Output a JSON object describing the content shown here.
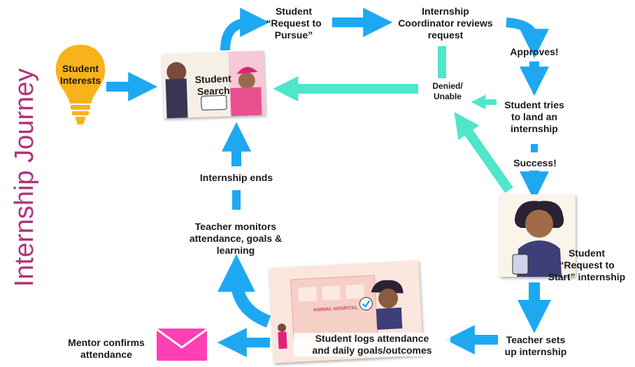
{
  "title": "Internship Journey",
  "colors": {
    "flow_arrow": "#1ea8f2",
    "return_arrow": "#4fe6c9",
    "title": "#b0337a",
    "bulb": "#f8b21a",
    "envelope": "#ff3fb4",
    "text": "#1a1a1a"
  },
  "nodes": {
    "student_interests": "Student\nInterests",
    "student_search": "Student\nSearch",
    "request_to_pursue": "Student\n“Request to\nPursue”",
    "coordinator_reviews": "Internship\nCoordinator reviews\nrequest",
    "approves": "Approves!",
    "denied": "Denied/\nUnable",
    "student_tries": "Student tries\nto land an\ninternship",
    "success": "Success!",
    "request_to_start": "Student\n“Request to\nStart” internship",
    "teacher_sets_up": "Teacher sets\nup internship",
    "student_logs": "Student logs attendance\nand daily goals/outcomes",
    "mentor_confirms": "Mentor confirms\nattendance",
    "teacher_monitors": "Teacher monitors\nattendance, goals &\nlearning",
    "internship_ends": "Internship ends"
  },
  "illustrations": {
    "hospital_sign": "ANIMAL HOSPITAL"
  },
  "icons": [
    "lightbulb-icon",
    "envelope-icon",
    "checkmark-icon"
  ]
}
